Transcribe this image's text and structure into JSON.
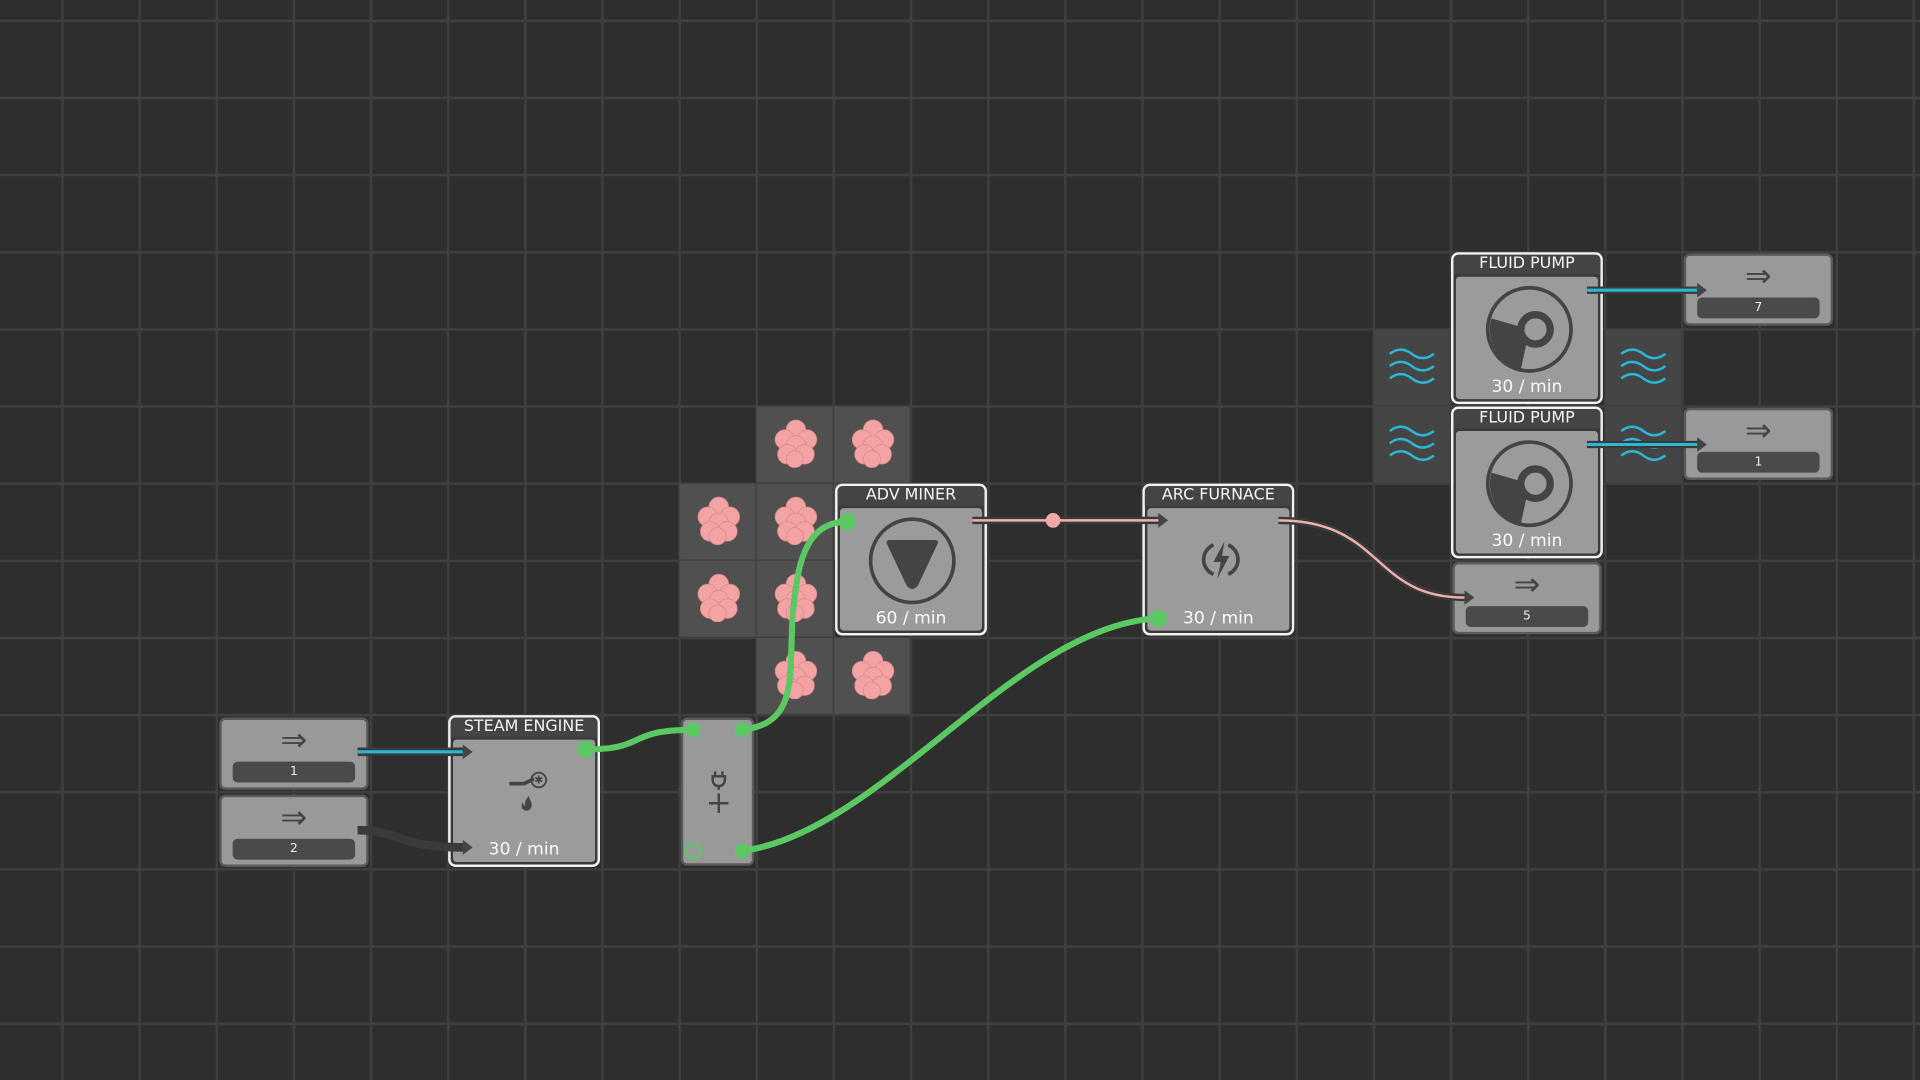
{
  "buildings": {
    "steam_engine": {
      "title": "STEAM ENGINE",
      "rate": "30  / min"
    },
    "adv_miner": {
      "title": "ADV MINER",
      "rate": "60  / min"
    },
    "arc_furnace": {
      "title": "ARC FURNACE",
      "rate": "30  / min"
    },
    "fluid_pump_1": {
      "title": "FLUID PUMP",
      "rate": "30  / min"
    },
    "fluid_pump_2": {
      "title": "FLUID PUMP",
      "rate": "30  / min"
    }
  },
  "ports": {
    "input_1": {
      "arrow": "⇒",
      "label": "1"
    },
    "input_2": {
      "arrow": "⇒",
      "label": "2"
    },
    "output_7": {
      "arrow": "⇒",
      "label": "7"
    },
    "output_1": {
      "arrow": "⇒",
      "label": "1"
    },
    "output_5": {
      "arrow": "⇒",
      "label": "5"
    }
  },
  "colors": {
    "power": "#5cc864",
    "water": "#2ab8d6",
    "ore": "#f0a0a0",
    "fuel": "#3a3a3a"
  }
}
